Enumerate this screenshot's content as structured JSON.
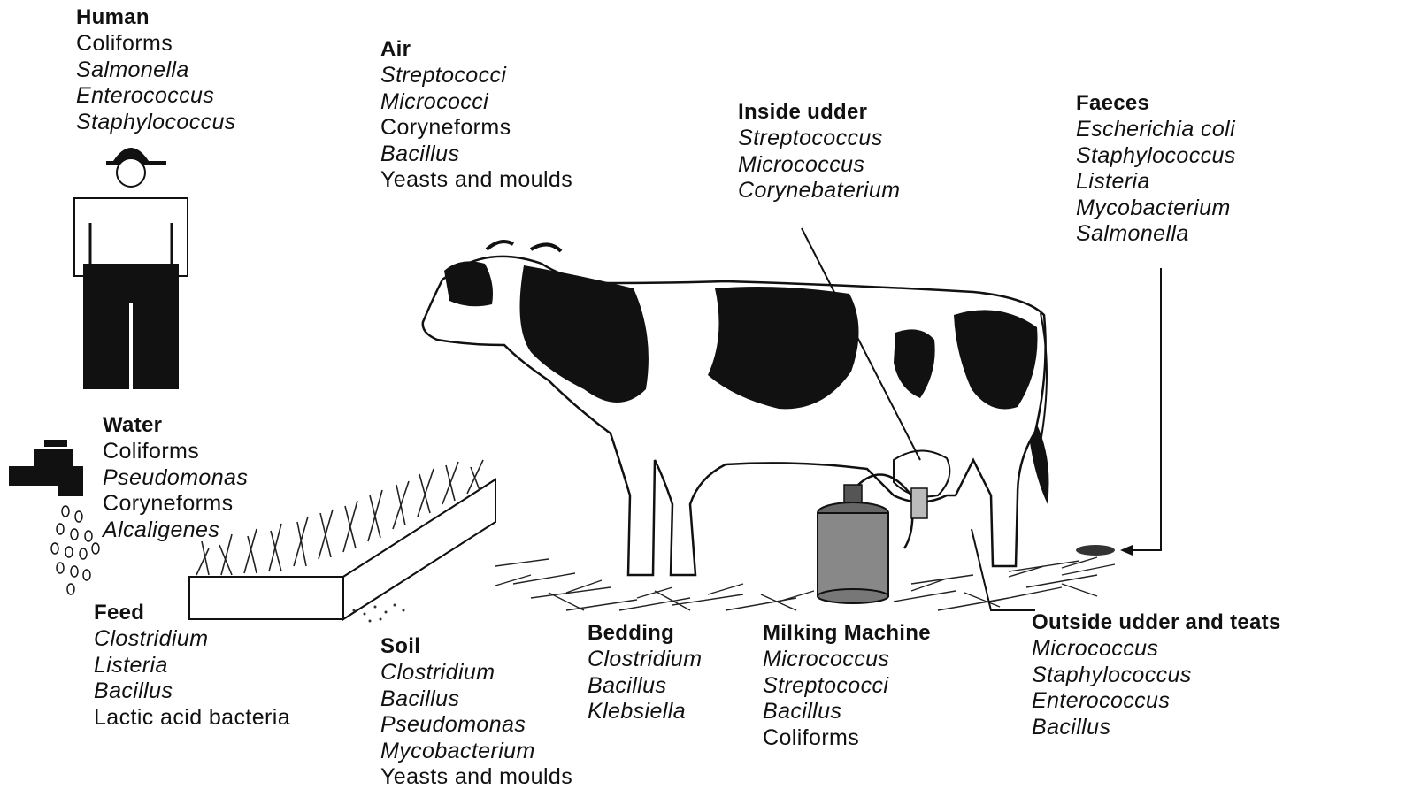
{
  "sources": [
    {
      "id": "human",
      "title": "Human",
      "items": [
        {
          "name": "Coliforms",
          "italic": false
        },
        {
          "name": "Salmonella",
          "italic": true
        },
        {
          "name": "Enterococcus",
          "italic": true
        },
        {
          "name": "Staphylococcus",
          "italic": true
        }
      ]
    },
    {
      "id": "air",
      "title": "Air",
      "items": [
        {
          "name": "Streptococci",
          "italic": true
        },
        {
          "name": "Micrococci",
          "italic": true
        },
        {
          "name": "Coryneforms",
          "italic": false
        },
        {
          "name": "Bacillus",
          "italic": true
        },
        {
          "name": "Yeasts and moulds",
          "italic": false
        }
      ]
    },
    {
      "id": "inside-udder",
      "title": "Inside udder",
      "items": [
        {
          "name": "Streptococcus",
          "italic": true
        },
        {
          "name": "Micrococcus",
          "italic": true
        },
        {
          "name": "Corynebaterium",
          "italic": true
        }
      ]
    },
    {
      "id": "faeces",
      "title": "Faeces",
      "items": [
        {
          "name": "Escherichia coli",
          "italic": true
        },
        {
          "name": "Staphylococcus",
          "italic": true
        },
        {
          "name": "Listeria",
          "italic": true
        },
        {
          "name": "Mycobacterium",
          "italic": true
        },
        {
          "name": "Salmonella",
          "italic": true
        }
      ]
    },
    {
      "id": "water",
      "title": "Water",
      "items": [
        {
          "name": "Coliforms",
          "italic": false
        },
        {
          "name": "Pseudomonas",
          "italic": true
        },
        {
          "name": "Coryneforms",
          "italic": false
        },
        {
          "name": "Alcaligenes",
          "italic": true
        }
      ]
    },
    {
      "id": "feed",
      "title": "Feed",
      "items": [
        {
          "name": "Clostridium",
          "italic": true
        },
        {
          "name": "Listeria",
          "italic": true
        },
        {
          "name": "Bacillus",
          "italic": true
        },
        {
          "name": "Lactic acid bacteria",
          "italic": false
        }
      ]
    },
    {
      "id": "soil",
      "title": "Soil",
      "items": [
        {
          "name": "Clostridium",
          "italic": true
        },
        {
          "name": "Bacillus",
          "italic": true
        },
        {
          "name": "Pseudomonas",
          "italic": true
        },
        {
          "name": "Mycobacterium",
          "italic": true
        },
        {
          "name": "Yeasts and moulds",
          "italic": false
        }
      ]
    },
    {
      "id": "bedding",
      "title": "Bedding",
      "items": [
        {
          "name": "Clostridium",
          "italic": true
        },
        {
          "name": "Bacillus",
          "italic": true
        },
        {
          "name": "Klebsiella",
          "italic": true
        }
      ]
    },
    {
      "id": "milking-machine",
      "title": "Milking Machine",
      "items": [
        {
          "name": "Micrococcus",
          "italic": true
        },
        {
          "name": "Streptococci",
          "italic": true
        },
        {
          "name": "Bacillus",
          "italic": true
        },
        {
          "name": "Coliforms",
          "italic": false
        }
      ]
    },
    {
      "id": "outside-udder",
      "title": "Outside udder and teats",
      "items": [
        {
          "name": "Micrococcus",
          "italic": true
        },
        {
          "name": "Staphylococcus",
          "italic": true
        },
        {
          "name": "Enterococcus",
          "italic": true
        },
        {
          "name": "Bacillus",
          "italic": true
        }
      ]
    }
  ]
}
